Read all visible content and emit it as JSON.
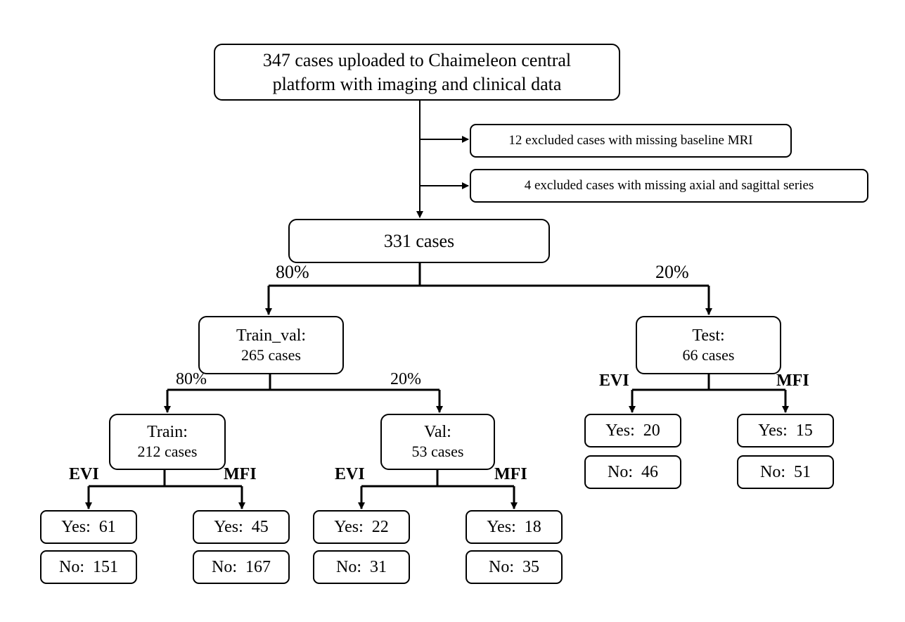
{
  "top": {
    "line1": "347 cases uploaded to Chaimeleon central",
    "line2": "platform with imaging and clinical data"
  },
  "exclusions": [
    {
      "text": "12 excluded cases with missing baseline MRI"
    },
    {
      "text": "4 excluded cases with missing axial and sagittal series"
    }
  ],
  "filtered": {
    "text": "331 cases"
  },
  "split_main": {
    "left_pct": "80%",
    "right_pct": "20%"
  },
  "train_val": {
    "title": "Train_val:",
    "count": "265 cases",
    "left_pct": "80%",
    "right_pct": "20%"
  },
  "test": {
    "title": "Test:",
    "count": "66 cases",
    "evi_label": "EVI",
    "mfi_label": "MFI",
    "evi": {
      "yes": "Yes:  20",
      "no": "No:  46"
    },
    "mfi": {
      "yes": "Yes:  15",
      "no": "No:  51"
    }
  },
  "train": {
    "title": "Train:",
    "count": "212 cases",
    "evi_label": "EVI",
    "mfi_label": "MFI",
    "evi": {
      "yes": "Yes:  61",
      "no": "No:  151"
    },
    "mfi": {
      "yes": "Yes:  45",
      "no": "No:  167"
    }
  },
  "val": {
    "title": "Val:",
    "count": "53 cases",
    "evi_label": "EVI",
    "mfi_label": "MFI",
    "evi": {
      "yes": "Yes:  22",
      "no": "No:  31"
    },
    "mfi": {
      "yes": "Yes:  18",
      "no": "No:  35"
    }
  }
}
